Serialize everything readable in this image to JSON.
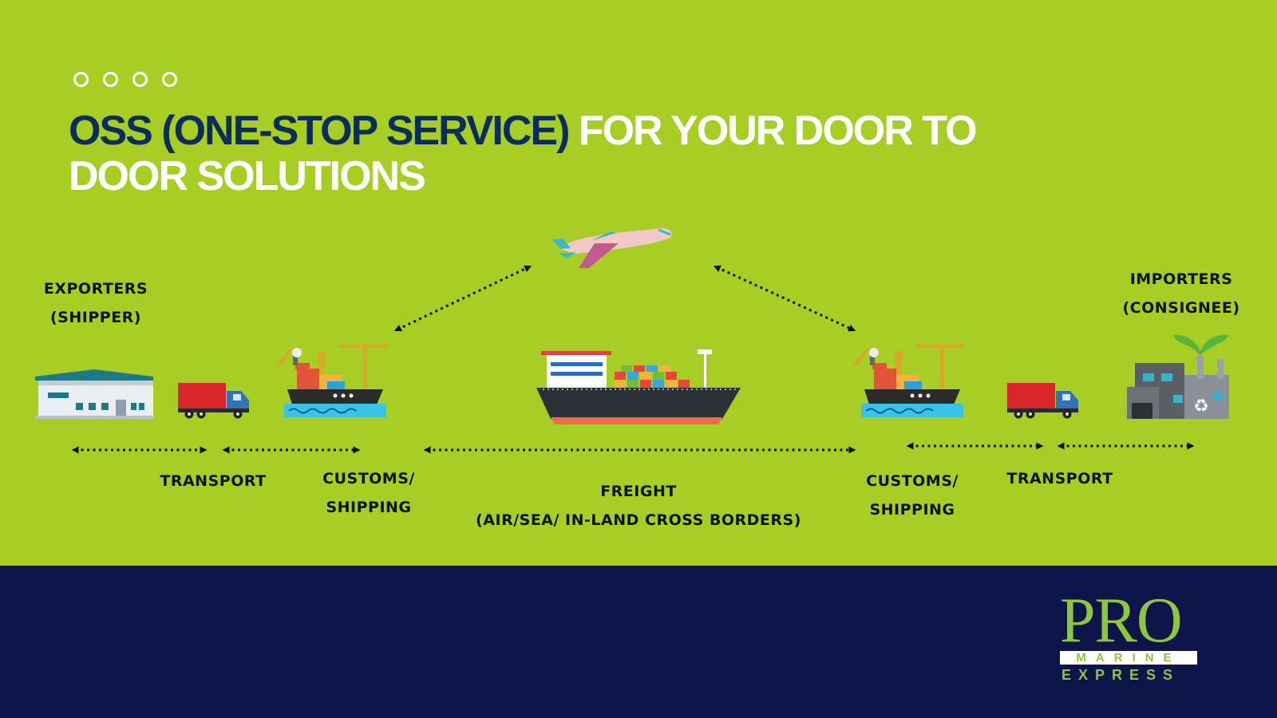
{
  "header": {
    "title_highlight": "OSS (ONE-STOP SERVICE)",
    "title_rest": " FOR YOUR DOOR TO DOOR SOLUTIONS"
  },
  "nodes": {
    "exporters": {
      "line1": "EXPORTERS",
      "line2": "(SHIPPER)"
    },
    "importers": {
      "line1": "IMPORTERS",
      "line2": "(CONSIGNEE)"
    }
  },
  "steps": {
    "transport_left": "TRANSPORT",
    "customs_left": {
      "line1": "CUSTOMS/",
      "line2": "SHIPPING"
    },
    "freight": {
      "line1": "FREIGHT",
      "line2": "(AIR/SEA/ IN-LAND CROSS BORDERS)"
    },
    "customs_right": {
      "line1": "CUSTOMS/",
      "line2": "SHIPPING"
    },
    "transport_right": "TRANSPORT"
  },
  "logo": {
    "pro": "PRO",
    "marine": "MARINE",
    "express": "EXPRESS"
  },
  "colors": {
    "background_top": "#a8cd24",
    "background_bottom": "#0d1448",
    "title_highlight": "#0b2d5c",
    "logo_green": "#8cc63f"
  },
  "icons": [
    "warehouse-icon",
    "truck-icon",
    "port-icon",
    "airplane-icon",
    "cargo-ship-icon",
    "factory-icon"
  ]
}
